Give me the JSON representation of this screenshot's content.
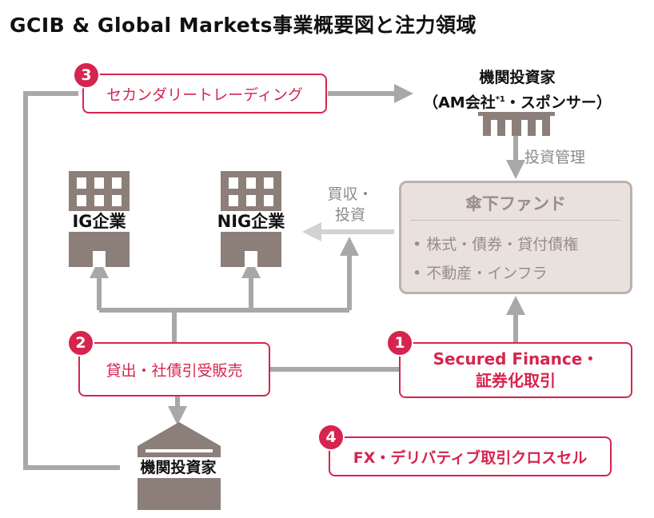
{
  "title": "GCIB & Global Markets事業概要図と注力領域",
  "nodes": {
    "secondary": {
      "badge": "3",
      "label": "セカンダリートレーディング"
    },
    "lending": {
      "badge": "2",
      "label": "貸出・社債引受販売"
    },
    "secured": {
      "badge": "1",
      "line1": "Secured Finance・",
      "line2": "証券化取引"
    },
    "fx": {
      "badge": "4",
      "label": "FX・デリバティブ取引クロスセル"
    },
    "investors_top": {
      "line1": "機関投資家",
      "line2_pre": "（AM会社",
      "line2_sup": "*1",
      "line2_post": "・スポンサー）"
    },
    "investors_bottom": {
      "label": "機関投資家"
    },
    "ig": {
      "label": "IG企業"
    },
    "nig": {
      "label": "NIG企業"
    },
    "fund": {
      "title": "傘下ファンド",
      "items": [
        "• 株式・債券・貸付債権",
        "• 不動産・インフラ"
      ]
    }
  },
  "edge_labels": {
    "investment_mgmt": "投資管理",
    "acq_line1": "買収・",
    "acq_line2": "投資"
  },
  "colors": {
    "accent": "#d6244e",
    "arrow": "#a8a8a8",
    "building": "#8c7f79",
    "fund_bg": "#e8e1dd"
  }
}
